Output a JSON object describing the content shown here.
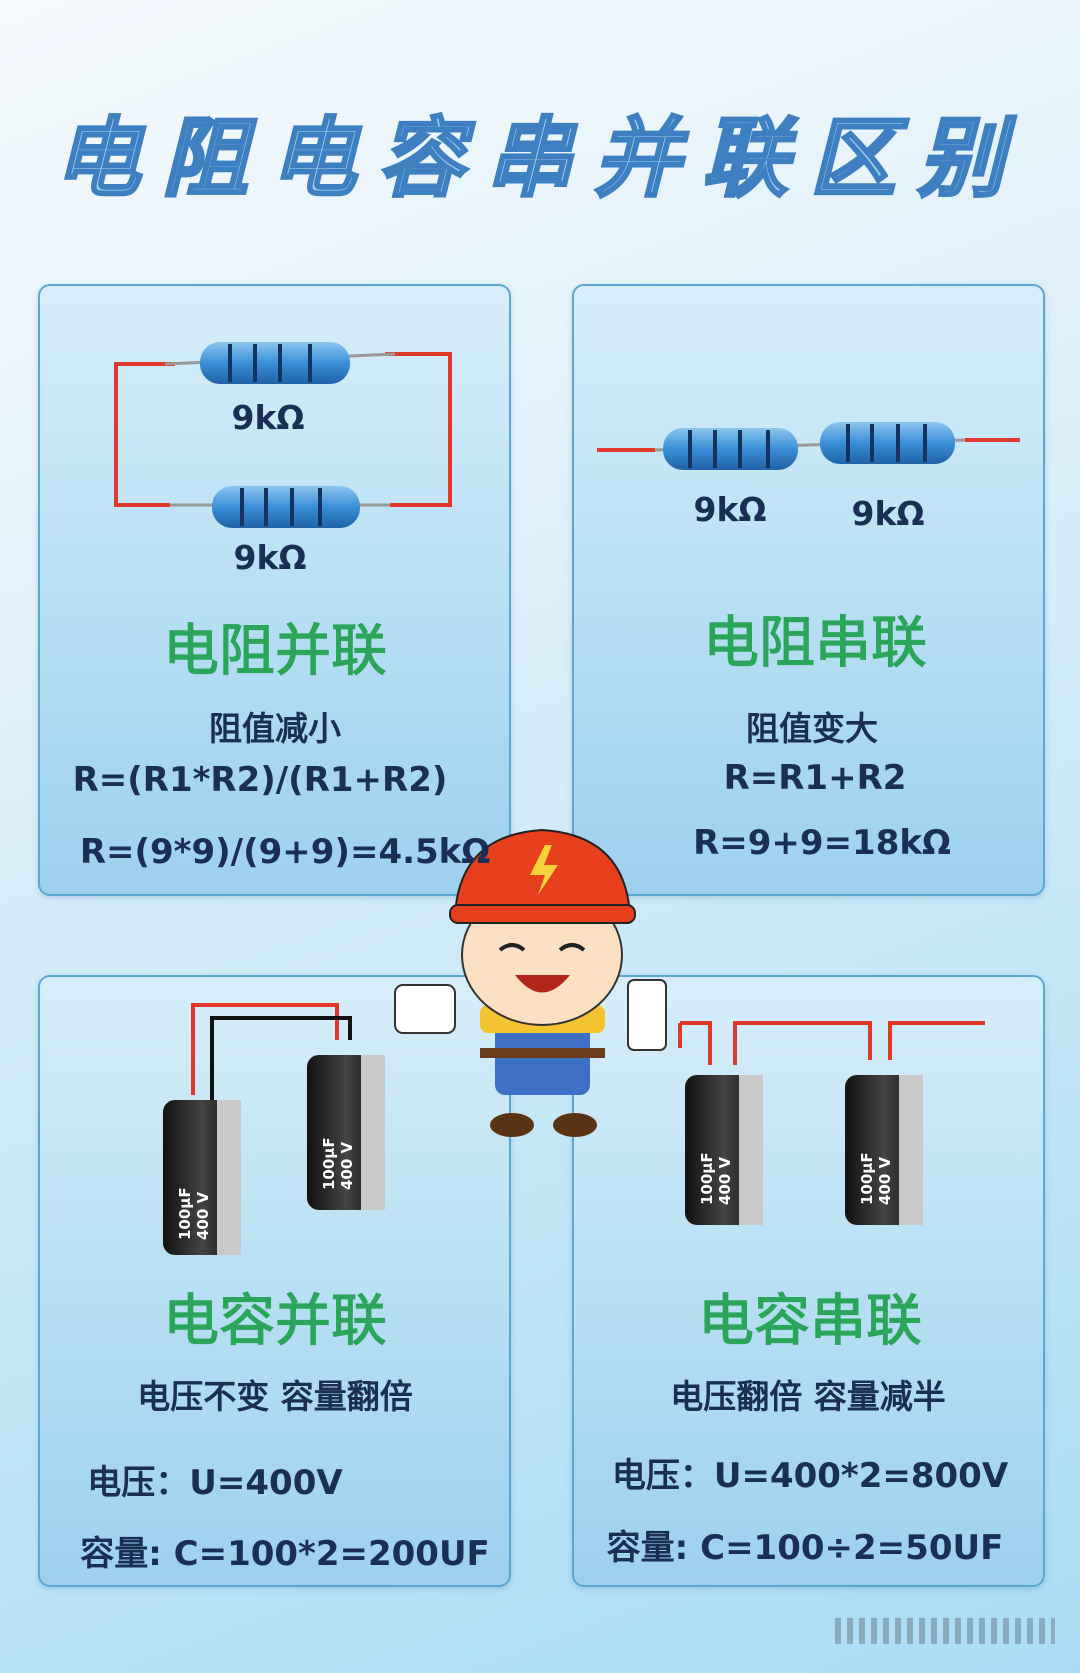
{
  "title": "电阻电容串并联区别",
  "panels": [
    {
      "heading": "电阻并联",
      "subtitle": "阻值减小",
      "line1": "R=(R1*R2)/(R1+R2)",
      "line2": "R=(9*9)/(9+9)=4.5kΩ",
      "labels": [
        "9kΩ",
        "9kΩ"
      ]
    },
    {
      "heading": "电阻串联",
      "subtitle": "阻值变大",
      "line1": "R=R1+R2",
      "line2": "R=9+9=18kΩ",
      "labels": [
        "9kΩ",
        "9kΩ"
      ]
    },
    {
      "heading": "电容并联",
      "subtitle": "电压不变  容量翻倍",
      "line1": "电压：U=400V",
      "line2": "容量: C=100*2=200UF",
      "capacitor_text": [
        "100µF",
        "400 V"
      ]
    },
    {
      "heading": "电容串联",
      "subtitle": "电压翻倍  容量减半",
      "line1": "电压：U=400*2=800V",
      "line2": "容量: C=100÷2=50UF",
      "capacitor_text": [
        "100µF",
        "400 V"
      ]
    }
  ],
  "colors": {
    "heading": "#2aa55a",
    "text": "#1b2f55",
    "wire": "#e0392b",
    "resistor": "#3b8fd6",
    "helmet": "#e8401c"
  }
}
